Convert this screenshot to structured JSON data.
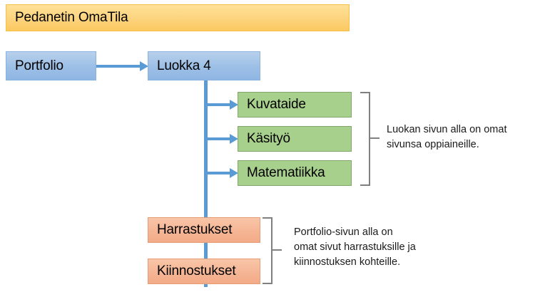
{
  "diagram": {
    "title": "Pedanetin OmaTila",
    "nodes": {
      "portfolio": "Portfolio",
      "luokka": "Luokka 4",
      "kuvataide": "Kuvataide",
      "kasityo": "Käsityö",
      "matematiikka": "Matematiikka",
      "harrastukset": "Harrastukset",
      "kiinnostukset": "Kiinnostukset"
    },
    "notes": {
      "subjects": {
        "line1": "Luokan sivun alla on omat",
        "line2": "sivunsa oppiaineille."
      },
      "hobbies": {
        "line1": "Portfolio-sivun alla on",
        "line2": "omat sivut harrastuksille ja",
        "line3": "kiinnostuksen kohteille."
      }
    },
    "colors": {
      "title_fill": "#FCD27A",
      "title_border": "#F6C04A",
      "blue_fill": "#9CBFE6",
      "blue_border": "#89B2DE",
      "green_fill": "#A8D08D",
      "green_border": "#7EA96A",
      "orange_fill": "#F5B493",
      "orange_border": "#E79C78",
      "connector": "#5B9BD5",
      "bracket": "#808080",
      "text": "#000000"
    }
  }
}
